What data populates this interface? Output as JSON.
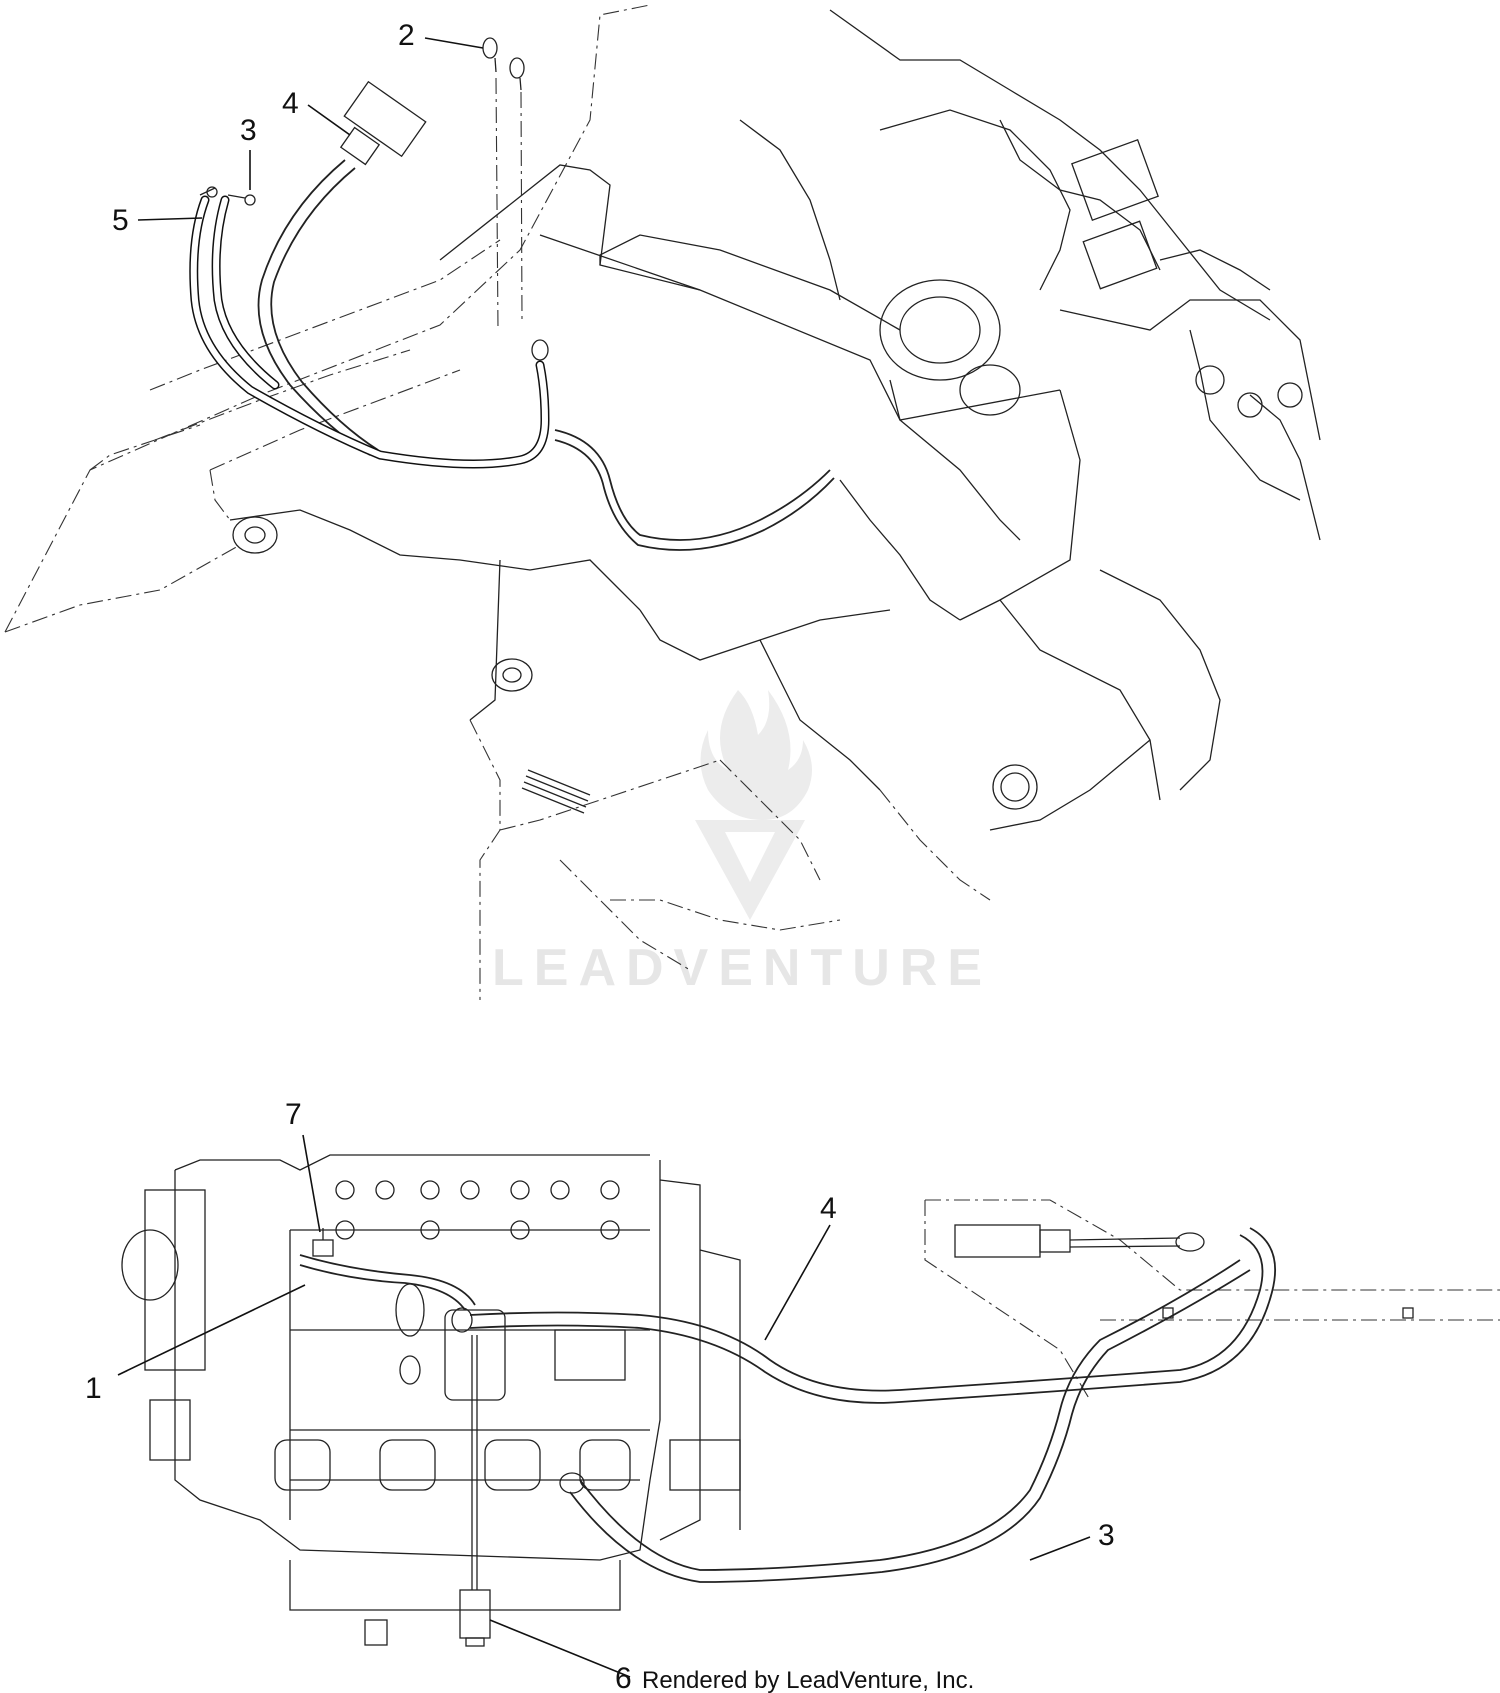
{
  "callouts": {
    "c1": "1",
    "c2": "2",
    "c3_top": "3",
    "c3_bottom": "3",
    "c4_top": "4",
    "c4_bottom": "4",
    "c5": "5",
    "c6": "6",
    "c7": "7"
  },
  "watermark": {
    "text": "LEADVENTURE"
  },
  "credit": "Rendered by LeadVenture, Inc.",
  "colors": {
    "line": "#222222",
    "watermark": "#e6e6e6",
    "background": "#ffffff"
  }
}
